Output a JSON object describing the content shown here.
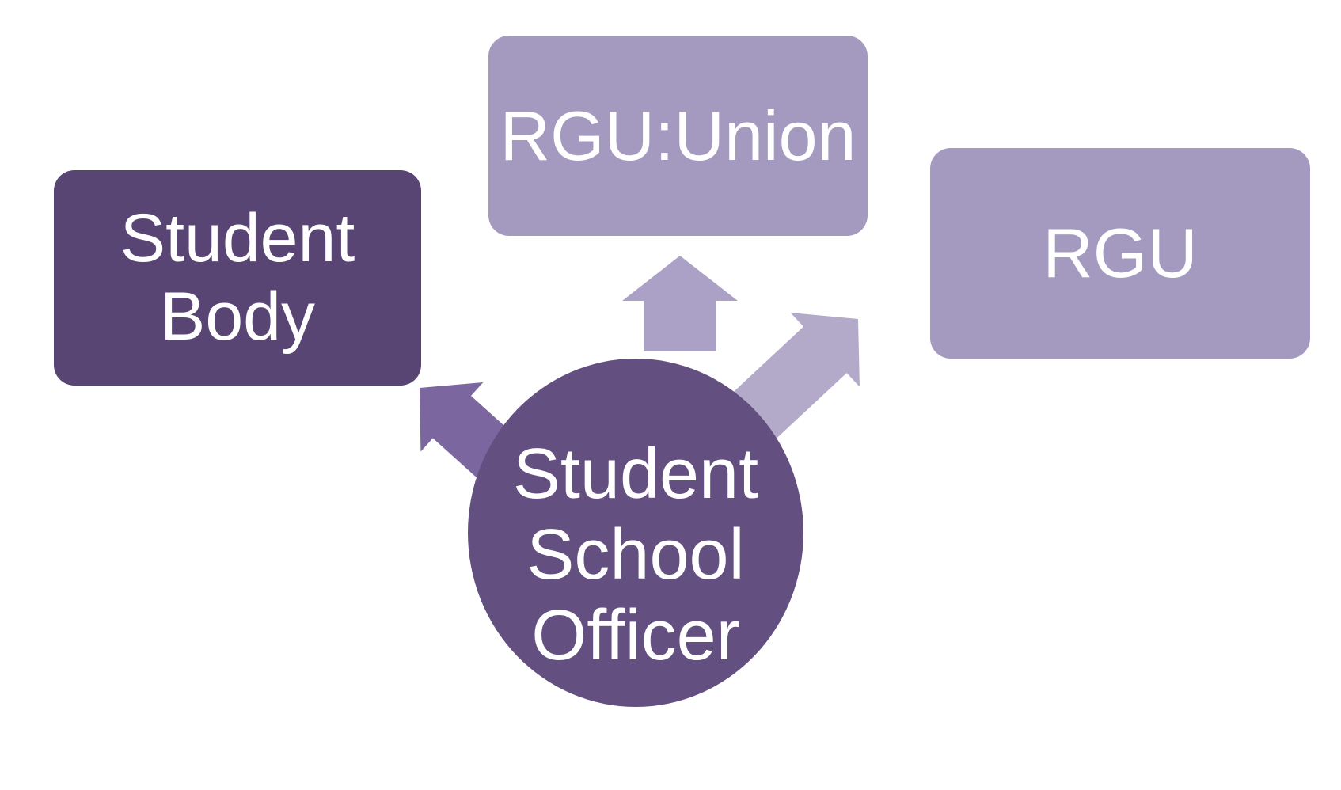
{
  "diagram": {
    "center": {
      "id": "student-school-officer",
      "label": "Student School Officer",
      "shape": "circle"
    },
    "nodes": [
      {
        "id": "student-body",
        "label": "Student Body",
        "shape": "rounded-rect",
        "position": "left"
      },
      {
        "id": "rgu-union",
        "label": "RGU:Union",
        "shape": "rounded-rect",
        "position": "top-center"
      },
      {
        "id": "rgu",
        "label": "RGU",
        "shape": "rounded-rect",
        "position": "right"
      }
    ],
    "connections": [
      {
        "from": "student-school-officer",
        "to": "student-body",
        "type": "block-arrow",
        "direction": "up-left"
      },
      {
        "from": "student-school-officer",
        "to": "rgu-union",
        "type": "block-arrow",
        "direction": "up"
      },
      {
        "from": "student-school-officer",
        "to": "rgu",
        "type": "block-arrow",
        "direction": "up-right"
      }
    ],
    "colors": {
      "dark_purple": "#584573",
      "circle_purple": "#634F80",
      "light_purple": "#A49ABF",
      "arrow_up": "#ABA0C5",
      "arrow_left": "#7B66A0",
      "arrow_right": "#B3A9C9",
      "text": "#FFFFFF",
      "background": "#FFFFFF"
    }
  }
}
